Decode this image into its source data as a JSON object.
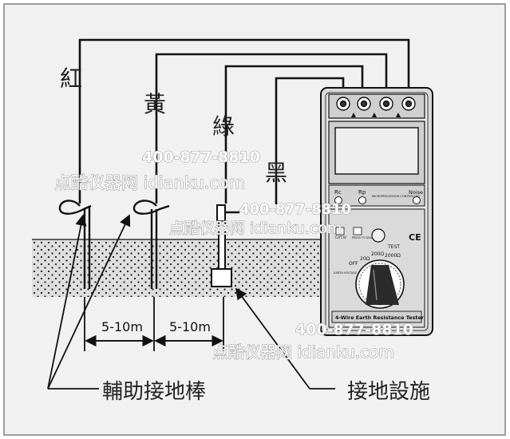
{
  "wire_labels": {
    "red": "紅",
    "yellow": "黃",
    "green": "綠",
    "black": "黑"
  },
  "dimensions": {
    "left_span": "5-10m",
    "right_span": "5-10m"
  },
  "callouts": {
    "aux_rods": "輔助接地棒",
    "ground_facility": "接地設施"
  },
  "tester": {
    "name": "4-Wire Earth Resistance Tester",
    "buttons": {
      "rc": "Rc",
      "rp": "Rp",
      "noise": "Noise"
    },
    "controller_text": "MICROPROCESSOR CONTROLLED",
    "test_label": "TEST",
    "ce_mark": "CE",
    "dial_labels": {
      "off": "OFF",
      "earth_voltage": "EARTH VOLTAGE",
      "r20": "20Ω",
      "r200": "200Ω",
      "r2000": "2000Ω"
    },
    "cat_label": "CAT.IV",
    "press_label": "PRESS TO DEACTIVATE"
  },
  "watermarks": [
    {
      "phone": "400-877-8810",
      "brand": "点酷仪器网 idianku.com"
    },
    {
      "phone": "400-877-8810",
      "brand": "点酷仪器网 idianku.com"
    },
    {
      "phone": "400-877-8810",
      "brand": "点酷仪器网 idianku.com"
    }
  ],
  "colors": {
    "frame_bg": "#f1f1f1",
    "soil": "#dcdcdc",
    "line": "#111111",
    "tester_body": "#d8d8d8"
  }
}
